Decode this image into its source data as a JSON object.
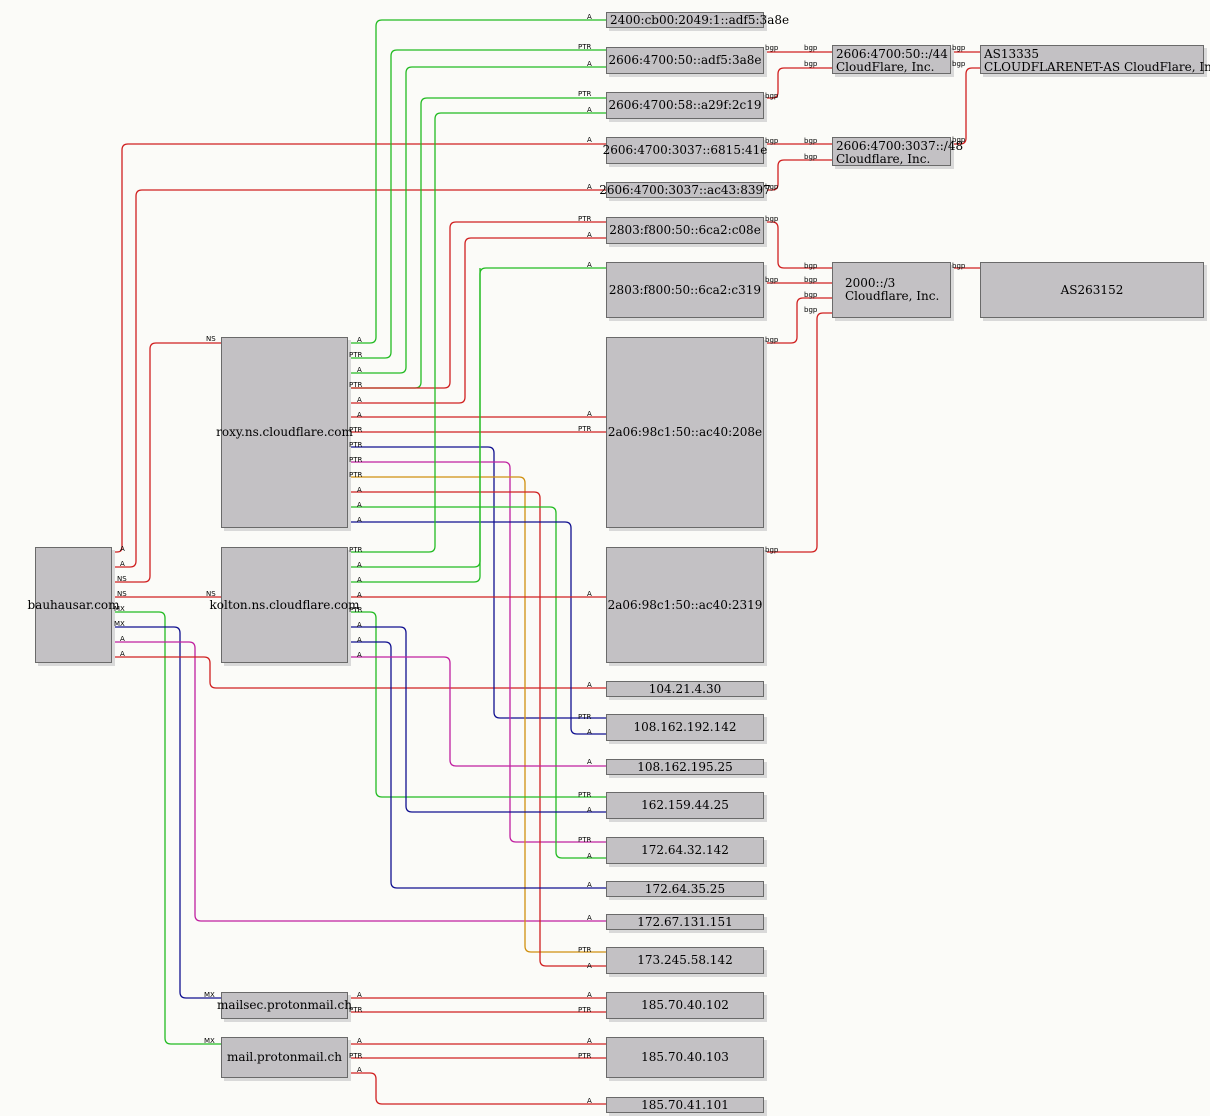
{
  "colors": {
    "A": "#d02020",
    "PTR": "#d02020",
    "NS": "#d02020",
    "bgp": "#d02020",
    "green": "#22bb22",
    "navy": "#101090",
    "magenta": "#c020a0",
    "orange": "#d09010"
  },
  "nodes": {
    "bauhausar": "bauhausar.com",
    "roxy": "roxy.ns.cloudflare.com",
    "kolton": "kolton.ns.cloudflare.com",
    "mailsec": "mailsec.protonmail.ch",
    "mail": "mail.protonmail.ch",
    "ip6_1": "2400:cb00:2049:1::adf5:3a8e",
    "ip6_2": "2606:4700:50::adf5:3a8e",
    "ip6_3": "2606:4700:58::a29f:2c19",
    "ip6_4": "2606:4700:3037::6815:41e",
    "ip6_5": "2606:4700:3037::ac43:8397",
    "ip6_6": "2803:f800:50::6ca2:c08e",
    "ip6_7": "2803:f800:50::6ca2:c319",
    "ip6_8": "2a06:98c1:50::ac40:208e",
    "ip6_9": "2a06:98c1:50::ac40:2319",
    "ip4_1": "104.21.4.30",
    "ip4_2": "108.162.192.142",
    "ip4_3": "108.162.195.25",
    "ip4_4": "162.159.44.25",
    "ip4_5": "172.64.32.142",
    "ip4_6": "172.64.35.25",
    "ip4_7": "172.67.131.151",
    "ip4_8": "173.245.58.142",
    "ip4_9": "185.70.40.102",
    "ip4_10": "185.70.40.103",
    "ip4_11": "185.70.41.101",
    "pfx1_line1": "2606:4700:50::/44",
    "pfx1_line2": "CloudFlare, Inc.",
    "pfx2_line1": "2606:4700:3037::/48",
    "pfx2_line2": "Cloudflare, Inc.",
    "pfx3_line1": "2000::/3",
    "pfx3_line2": "Cloudflare, Inc.",
    "as1_line1": "AS13335",
    "as1_line2": "CLOUDFLARENET-AS CloudFlare, Inc.",
    "as2": "AS263152"
  },
  "edge_labels": {
    "A": "A",
    "PTR": "PTR",
    "NS": "NS",
    "MX": "MX",
    "bgp": "bgp"
  }
}
